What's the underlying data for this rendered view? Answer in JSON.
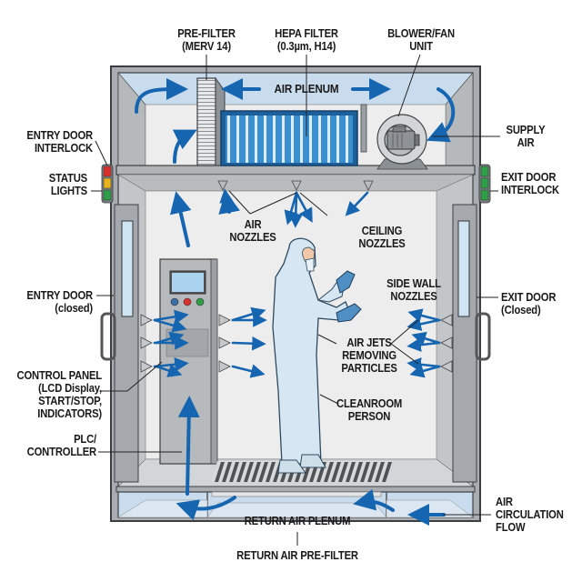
{
  "diagram": {
    "title": "Cleanroom Air Shower Cross-Section",
    "colors": {
      "frame": "#9fa4a8",
      "frame_dark": "#6d7276",
      "plenum": "#c9dced",
      "interior": "#ececec",
      "airflow": "#1565b0",
      "hepa": "#3a8fd0",
      "status_red": "#d9302b",
      "status_yellow": "#e8b21c",
      "status_green": "#2e9e48",
      "suit": "#d6e6f2",
      "glove": "#4f8fc4"
    },
    "labels": {
      "pre_filter": [
        "PRE-FILTER",
        "(MERV 14)"
      ],
      "hepa_filter": [
        "HEPA FILTER",
        "(0.3µm, H14)"
      ],
      "blower": [
        "BLOWER/FAN",
        "UNIT"
      ],
      "air_plenum": [
        "AIR PLENUM"
      ],
      "supply_air": [
        "SUPPLY",
        "AIR"
      ],
      "entry_interlock": [
        "ENTRY DOOR",
        "INTERLOCK"
      ],
      "status_lights": [
        "STATUS",
        "LIGHTS"
      ],
      "exit_interlock": [
        "EXIT DOOR",
        "INTERLOCK"
      ],
      "air_nozzles": [
        "AIR",
        "NOZZLES"
      ],
      "ceiling_nozzles": [
        "CEILING",
        "NOZZLES"
      ],
      "side_wall_nozzles": [
        "SIDE WALL",
        "NOZZLES"
      ],
      "entry_door": [
        "ENTRY DOOR",
        "(closed)"
      ],
      "exit_door": [
        "EXIT DOOR",
        "(Closed)"
      ],
      "control_panel": [
        "CONTROL PANEL",
        "(LCD Display,",
        "START/STOP,",
        "INDICATORS)"
      ],
      "plc": [
        "PLC/",
        "CONTROLLER"
      ],
      "air_jets": [
        "AIR JETS",
        "REMOVING",
        "PARTICLES"
      ],
      "person": [
        "CLEANROOM",
        "PERSON"
      ],
      "return_plenum": [
        "RETURN AIR PLENUM"
      ],
      "return_prefilter": [
        "RETURN AIR PRE-FILTER"
      ],
      "air_circulation": [
        "AIR",
        "CIRCULATION",
        "FLOW"
      ]
    },
    "control_panel_buttons": [
      "blue",
      "red",
      "green"
    ],
    "status_lights": [
      "red",
      "yellow",
      "green"
    ],
    "exit_lights": [
      "green",
      "green",
      "green"
    ]
  }
}
